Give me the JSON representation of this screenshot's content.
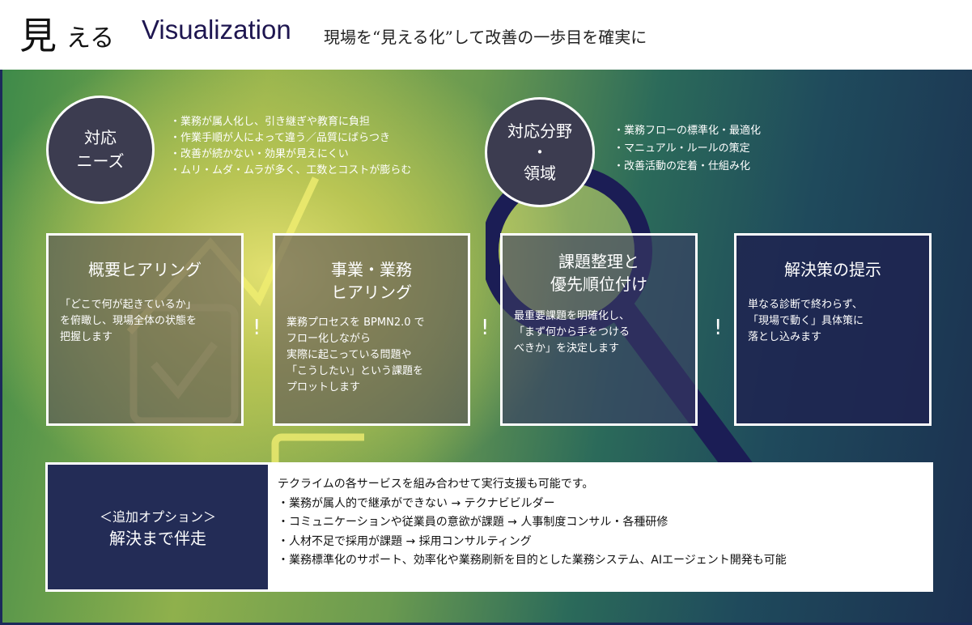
{
  "header": {
    "big": "見",
    "kana": "える",
    "english": "Visualization",
    "subtitle": "現場を“見える化”して改善の一歩目を確実に"
  },
  "needs": {
    "title_line1": "対応",
    "title_line2": "ニーズ",
    "items": [
      "・業務が属人化し、引き継ぎや教育に負担",
      "・作業手順が人によって違う／品質にばらつき",
      "・改善が続かない・効果が見えにくい",
      "・ムリ・ムダ・ムラが多く、工数とコストが膨らむ"
    ]
  },
  "fields": {
    "title_line1": "対応分野",
    "title_line2": "・",
    "title_line3": "領域",
    "items": [
      "・業務フローの標準化・最適化",
      "・マニュアル・ルールの策定",
      "・改善活動の定着・仕組み化"
    ]
  },
  "steps": [
    {
      "title": "概要ヒアリング",
      "body": "「どこで何が起きているか」\nを俯瞰し、現場全体の状態を\n把握します"
    },
    {
      "title": "事業・業務\nヒアリング",
      "body": "業務プロセスを BPMN2.0 で\nフロー化しながら\n実際に起こっている問題や\n「こうしたい」という課題を\nプロットします"
    },
    {
      "title": "課題整理と\n優先順位付け",
      "body": "最重要課題を明確化し、\n「まず何から手をつける\nべきか」を決定します"
    },
    {
      "title": "解決策の提示",
      "body": "単なる診断で終わらず、\n「現場で動く」具体策に\n落とし込みます"
    }
  ],
  "separator": "!",
  "option": {
    "label_small": "＜追加オプション＞",
    "label_big": "解決まで伴走",
    "lines": [
      "テクライムの各サービスを組み合わせて実行支援も可能です。",
      "・業務が属人的で継承ができない → テクナビビルダー",
      "・コミュニケーションや従業員の意欲が課題 → 人事制度コンサル・各種研修",
      "・人材不足で採用が課題 → 採用コンサルティング",
      "・業務標準化のサポート、効率化や業務刷新を目的とした業務システム、AIエージェント開発も可能"
    ]
  }
}
